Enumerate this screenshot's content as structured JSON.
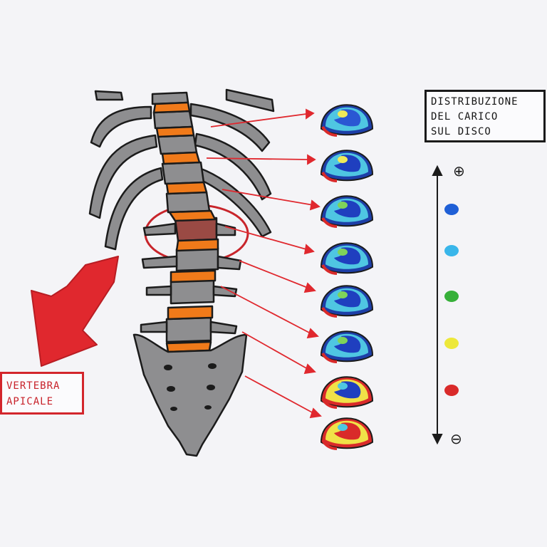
{
  "title": {
    "lines": [
      "Distribuzione",
      "del carico",
      "sul disco"
    ]
  },
  "apical_label": {
    "lines": [
      "Vertebra",
      "apicale"
    ]
  },
  "scale": {
    "plus_symbol": "⊕",
    "minus_symbol": "⊖",
    "levels": [
      {
        "color": "#1f5fd6",
        "name": "blue"
      },
      {
        "color": "#39b6ea",
        "name": "light-blue"
      },
      {
        "color": "#37b03a",
        "name": "green"
      },
      {
        "color": "#ede83a",
        "name": "yellow"
      },
      {
        "color": "#d92a2a",
        "name": "red"
      }
    ]
  },
  "discs": [
    {
      "level": 1,
      "rim": "#1d3fa8",
      "fill": "#4fc6e2",
      "core": "#f0ea58",
      "patch": "#2a57d3",
      "edge_red": "#d92a2a"
    },
    {
      "level": 2,
      "rim": "#1d3fa8",
      "fill": "#4fc6e2",
      "core": "#f0ea58",
      "patch": "#1f3fbf",
      "edge_red": "#d92a2a"
    },
    {
      "level": 3,
      "rim": "#1d3fa8",
      "fill": "#4fc6e2",
      "core": "#7fd35a",
      "patch": "#1f3fbf",
      "edge_red": "#d92a2a"
    },
    {
      "level": 4,
      "rim": "#1d3fa8",
      "fill": "#4fc6e2",
      "core": "#7fd35a",
      "patch": "#1f3fbf",
      "edge_red": "#d92a2a"
    },
    {
      "level": 5,
      "rim": "#1d3fa8",
      "fill": "#4fc6e2",
      "core": "#7fd35a",
      "patch": "#1f3fbf",
      "edge_red": "#d92a2a"
    },
    {
      "level": 6,
      "rim": "#1d3fa8",
      "fill": "#4fc6e2",
      "core": "#7fd35a",
      "patch": "#1f3fbf",
      "edge_red": "#d92a2a"
    },
    {
      "level": 7,
      "rim": "#d92a2a",
      "fill": "#f0e248",
      "core": "#4fc6e2",
      "patch": "#1f3fbf",
      "edge_red": "#d92a2a"
    },
    {
      "level": 8,
      "rim": "#d92a2a",
      "fill": "#f0e248",
      "core": "#4fc6e2",
      "patch": "#d92a2a",
      "edge_red": "#d92a2a"
    }
  ],
  "colors": {
    "bone": "#8e8e90",
    "bone_dark": "#6f6f72",
    "disc_orange": "#f07a1a",
    "apical_vertebra": "#9a4a44",
    "arrow_red": "#e0282e",
    "outline": "#1b1b1b"
  }
}
